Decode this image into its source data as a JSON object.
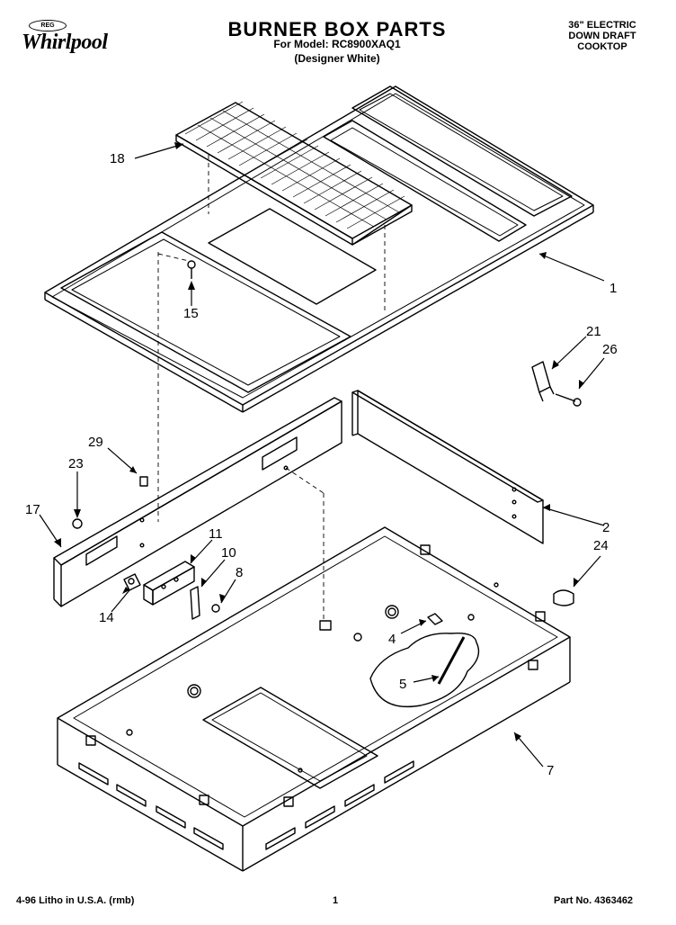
{
  "header": {
    "brand": "Whirlpool",
    "brand_badge": "REG",
    "title": "BURNER BOX PARTS",
    "model_line": "For Model: RC8900XAQ1",
    "color_line": "(Designer White)",
    "product_lines": [
      "36\" ELECTRIC",
      "DOWN DRAFT",
      "COOKTOP"
    ]
  },
  "callouts": [
    "18",
    "1",
    "15",
    "21",
    "26",
    "29",
    "23",
    "17",
    "11",
    "10",
    "8",
    "2",
    "24",
    "14",
    "4",
    "5",
    "7"
  ],
  "footer": {
    "left": "4-96 Litho in U.S.A. (rmb)",
    "center": "1",
    "right": "Part No. 4363462"
  }
}
